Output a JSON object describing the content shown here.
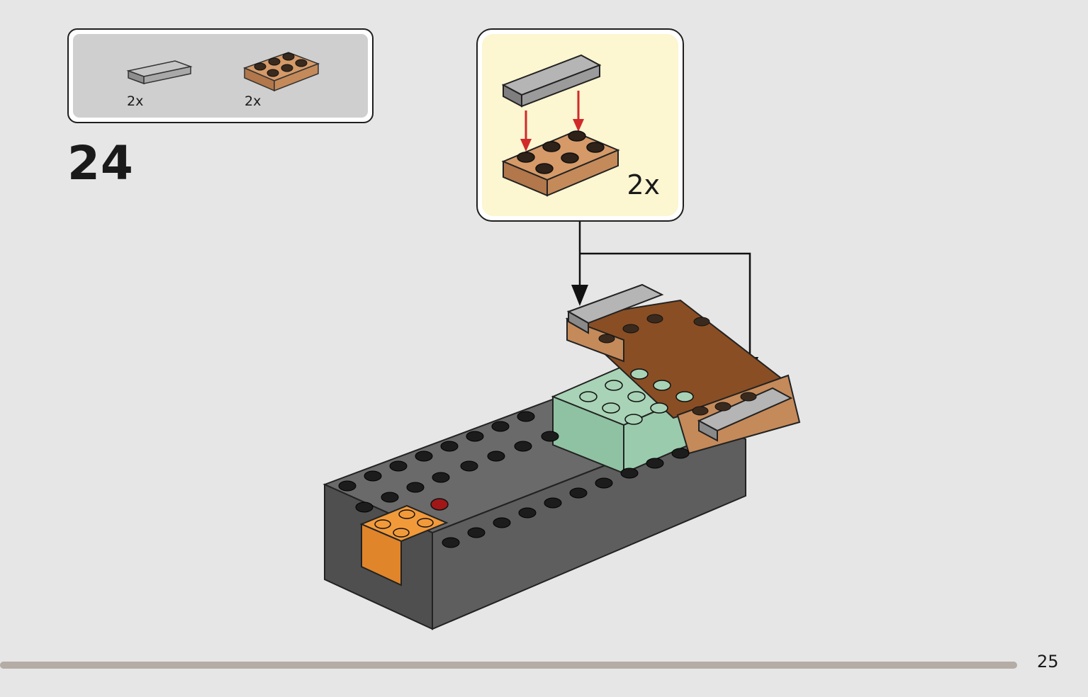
{
  "step": {
    "number": "24"
  },
  "parts_list": {
    "items": [
      {
        "part": "flat-tile-1x4",
        "color": "#a9a9a9",
        "quantity": "2x"
      },
      {
        "part": "plate-2x3",
        "color": "#c58a5a",
        "quantity": "2x"
      }
    ]
  },
  "callout": {
    "quantity": "2x"
  },
  "colors": {
    "page_background": "#e6e6e6",
    "parts_box": "#cfcfcf",
    "callout_background": "#fcf6d1",
    "arrow_red": "#d12a2a"
  },
  "footer": {
    "page_number": "25",
    "progress": 1.0
  }
}
